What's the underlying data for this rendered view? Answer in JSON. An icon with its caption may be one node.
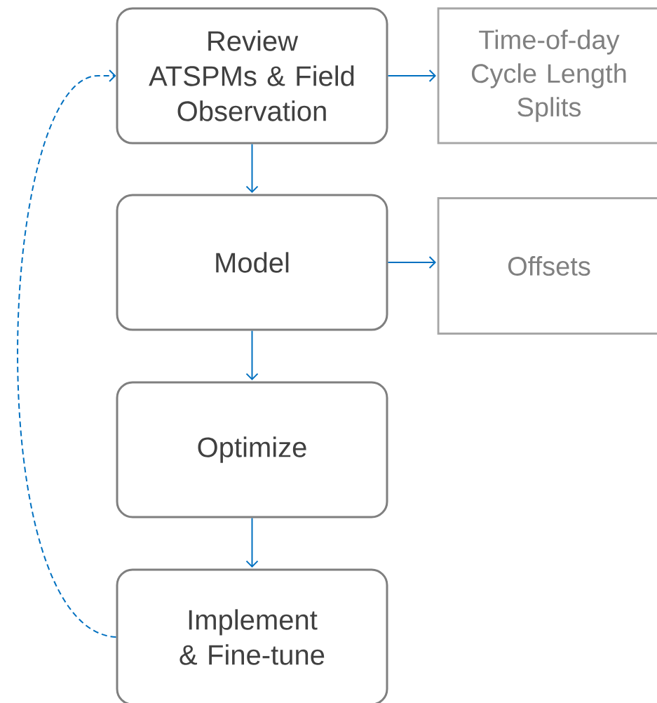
{
  "diagram": {
    "nodes": [
      {
        "text": [
          "Review",
          "ATSPMs & Field Observation"
        ]
      },
      {
        "text": [
          "Time-of-day",
          "Cycle Length",
          "Splits"
        ]
      },
      {
        "text": [
          "Model"
        ]
      },
      {
        "text": [
          "Offsets"
        ]
      },
      {
        "text": [
          "Optimize"
        ]
      },
      {
        "text": [
          "Implement & Fine-tune"
        ]
      }
    ],
    "edges": [
      {
        "from": 0,
        "to": 1,
        "arrow": "to"
      },
      {
        "from": 0,
        "to": 2,
        "arrow": "to"
      },
      {
        "from": 2,
        "to": 3,
        "arrow": "to"
      },
      {
        "from": 2,
        "to": 4,
        "arrow": "to"
      },
      {
        "from": 4,
        "to": 5,
        "arrow": "to"
      },
      {
        "from": 5,
        "to": 0,
        "arrow": "to",
        "style": "dashed"
      }
    ]
  }
}
